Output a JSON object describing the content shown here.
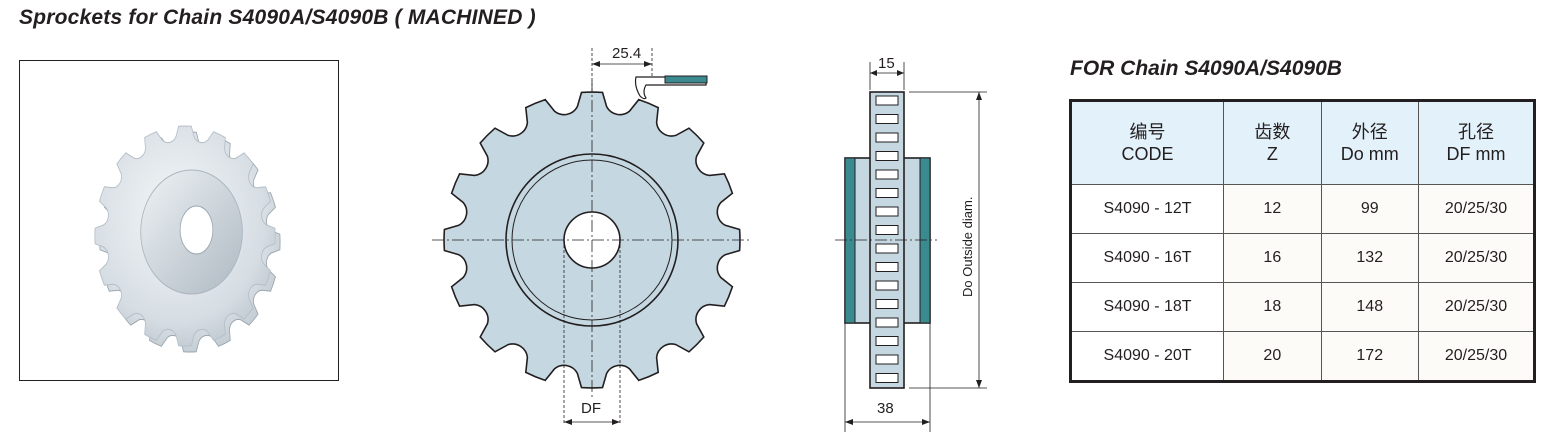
{
  "page": {
    "title": "Sprockets for Chain S4090A/S4090B ( MACHINED )"
  },
  "drawing": {
    "pitch_label": "25.4",
    "bore_label": "DF",
    "hub_width_label": "15",
    "total_width_label": "38",
    "diameter_label": "Do  Outside diam."
  },
  "table": {
    "title": "FOR Chain S4090A/S4090B",
    "headers": [
      {
        "cn": "编号",
        "en": "CODE"
      },
      {
        "cn": "齿数",
        "en": "Z"
      },
      {
        "cn": "外径",
        "en": "Do mm"
      },
      {
        "cn": "孔径",
        "en": "DF mm"
      }
    ],
    "rows": [
      {
        "code": "S4090 - 12T",
        "z": "12",
        "do": "99",
        "df": "20/25/30"
      },
      {
        "code": "S4090 - 16T",
        "z": "16",
        "do": "132",
        "df": "20/25/30"
      },
      {
        "code": "S4090 - 18T",
        "z": "18",
        "do": "148",
        "df": "20/25/30"
      },
      {
        "code": "S4090 - 20T",
        "z": "20",
        "do": "172",
        "df": "20/25/30"
      }
    ]
  },
  "colors": {
    "sprocket_fill": "#c5d8e2",
    "chain_accent": "#3a8a8f",
    "header_bg": "#e3f1fa",
    "outline": "#231f20"
  }
}
